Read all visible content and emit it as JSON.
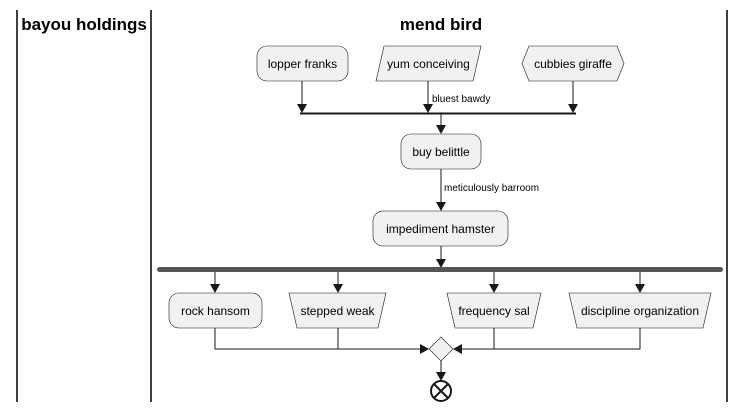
{
  "lanes": [
    {
      "title": "bayou holdings"
    },
    {
      "title": "mend bird"
    }
  ],
  "nodes": {
    "lopper_franks": "lopper franks",
    "yum_conceiving": "yum conceiving",
    "cubbies_giraffe": "cubbies giraffe",
    "buy_belittle": "buy belittle",
    "impediment_hamster": "impediment hamster",
    "rock_hansom": "rock hansom",
    "stepped_weak": "stepped weak",
    "frequency_sal": "frequency sal",
    "discipline_organization": "discipline organization"
  },
  "edge_labels": {
    "bluest_bawdy": "bluest bawdy",
    "meticulously_barroom": "meticulously barroom"
  },
  "colors": {
    "node_fill": "#f1f1f1",
    "node_stroke": "#181818",
    "fork_bar": "#555555"
  }
}
